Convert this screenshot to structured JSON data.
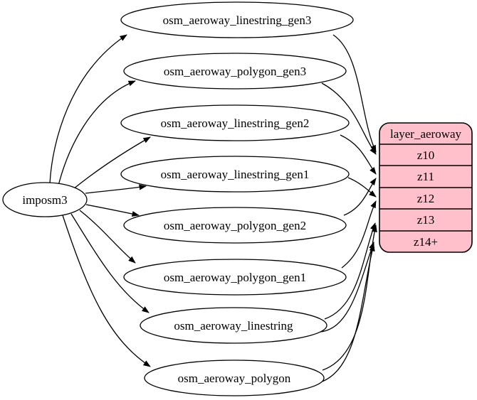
{
  "diagram": {
    "type": "etl-graph",
    "source_node": {
      "label": "imposm3"
    },
    "table_nodes": [
      {
        "label": "osm_aeroway_linestring_gen3"
      },
      {
        "label": "osm_aeroway_polygon_gen3"
      },
      {
        "label": "osm_aeroway_linestring_gen2"
      },
      {
        "label": "osm_aeroway_linestring_gen1"
      },
      {
        "label": "osm_aeroway_polygon_gen2"
      },
      {
        "label": "osm_aeroway_polygon_gen1"
      },
      {
        "label": "osm_aeroway_linestring"
      },
      {
        "label": "osm_aeroway_polygon"
      }
    ],
    "layer_node": {
      "title": "layer_aeroway",
      "zoom_rows": [
        "z10",
        "z11",
        "z12",
        "z13",
        "z14+"
      ]
    },
    "edges": [
      {
        "from": "imposm3",
        "to": "osm_aeroway_linestring_gen3"
      },
      {
        "from": "imposm3",
        "to": "osm_aeroway_polygon_gen3"
      },
      {
        "from": "imposm3",
        "to": "osm_aeroway_linestring_gen2"
      },
      {
        "from": "imposm3",
        "to": "osm_aeroway_linestring_gen1"
      },
      {
        "from": "imposm3",
        "to": "osm_aeroway_polygon_gen2"
      },
      {
        "from": "imposm3",
        "to": "osm_aeroway_polygon_gen1"
      },
      {
        "from": "imposm3",
        "to": "osm_aeroway_linestring"
      },
      {
        "from": "imposm3",
        "to": "osm_aeroway_polygon"
      },
      {
        "from": "osm_aeroway_linestring_gen3",
        "to": "layer_aeroway:z10"
      },
      {
        "from": "osm_aeroway_polygon_gen3",
        "to": "layer_aeroway:z10"
      },
      {
        "from": "osm_aeroway_linestring_gen2",
        "to": "layer_aeroway:z11"
      },
      {
        "from": "osm_aeroway_polygon_gen2",
        "to": "layer_aeroway:z11"
      },
      {
        "from": "osm_aeroway_linestring_gen1",
        "to": "layer_aeroway:z12"
      },
      {
        "from": "osm_aeroway_polygon_gen1",
        "to": "layer_aeroway:z12"
      },
      {
        "from": "osm_aeroway_linestring",
        "to": "layer_aeroway:z13"
      },
      {
        "from": "osm_aeroway_polygon",
        "to": "layer_aeroway:z13"
      },
      {
        "from": "osm_aeroway_linestring",
        "to": "layer_aeroway:z14+"
      },
      {
        "from": "osm_aeroway_polygon",
        "to": "layer_aeroway:z14+"
      }
    ],
    "colors": {
      "layer_fill": "#ffc0cb",
      "table_fill": "#ffffff",
      "stroke": "#000000",
      "text": "#000000",
      "background": "#ffffff"
    }
  }
}
